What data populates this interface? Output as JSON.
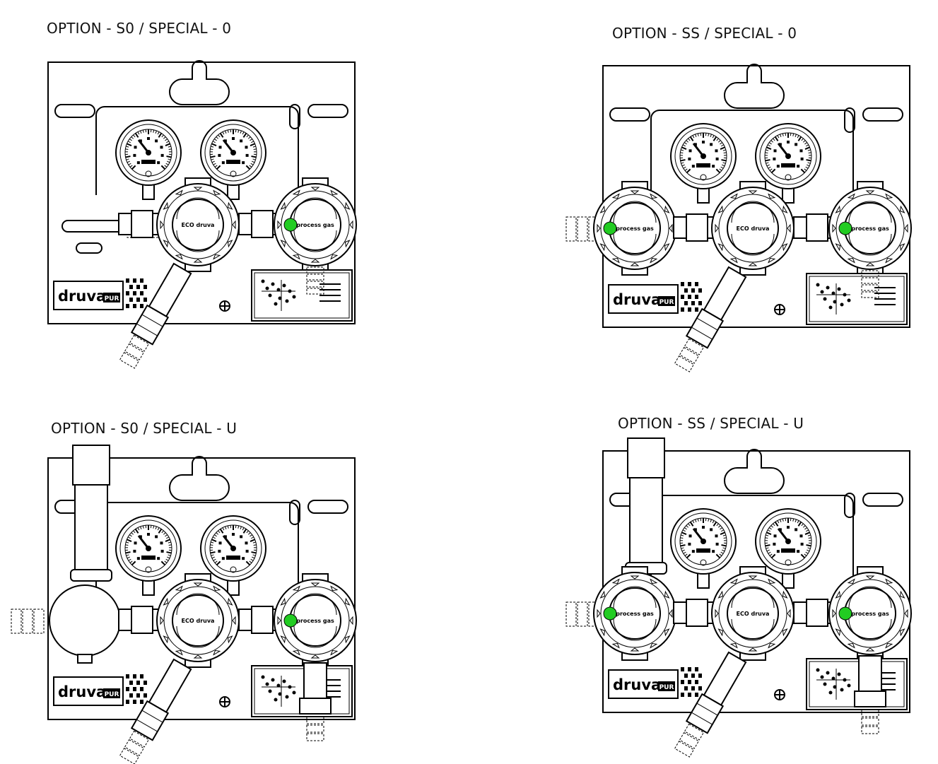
{
  "options": [
    {
      "caption": "OPTION - S0 / SPECIAL - 0",
      "brand": "druva",
      "brand_suffix": "PUR",
      "center_label": "ECO druva",
      "right_label": "process gas"
    },
    {
      "caption": "OPTION - SS / SPECIAL - 0",
      "brand": "druva",
      "brand_suffix": "PUR",
      "center_label": "ECO druva",
      "left_label": "process gas",
      "right_label": "process gas"
    },
    {
      "caption": "OPTION - S0 / SPECIAL - U",
      "brand": "druva",
      "brand_suffix": "PUR",
      "center_label": "ECO druva",
      "right_label": "process gas"
    },
    {
      "caption": "OPTION - SS / SPECIAL - U",
      "brand": "druva",
      "brand_suffix": "PUR",
      "center_label": "ECO druva",
      "left_label": "process gas",
      "right_label": "process gas"
    }
  ],
  "colors": {
    "line": "#000000",
    "indicator": "#22cc22",
    "background": "#ffffff"
  }
}
